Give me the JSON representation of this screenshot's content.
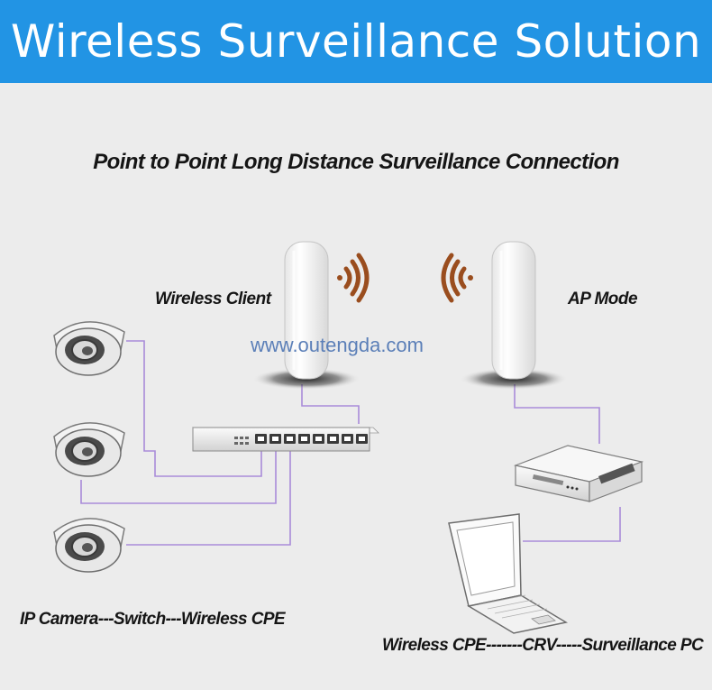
{
  "header": {
    "title": "Wireless Surveillance Solution"
  },
  "subtitle": "Point to Point Long Distance Surveillance Connection",
  "labels": {
    "wireless_client": "Wireless Client",
    "ap_mode": "AP Mode",
    "left_chain": "IP Camera---Switch---Wireless CPE",
    "right_chain": "Wireless CPE-------CRV-----Surveillance PC"
  },
  "watermark": "www.outengda.com",
  "colors": {
    "header_bg": "#2294e4",
    "cable": "#a98bd9",
    "signal": "#9a4d1e",
    "background": "#ececec"
  },
  "devices": {
    "cameras": [
      "ip-camera",
      "ip-camera",
      "ip-camera"
    ],
    "switch": "network-switch",
    "cpe_left": "wireless-cpe",
    "cpe_right": "wireless-cpe",
    "recorder": "nvr-recorder",
    "pc": "laptop"
  }
}
